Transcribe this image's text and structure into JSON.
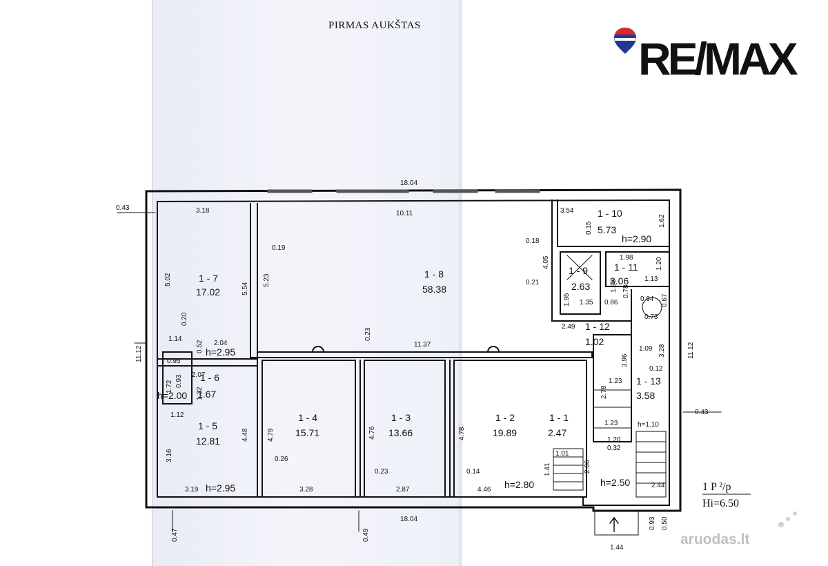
{
  "title": "PIRMAS AUKŠTAS",
  "brand": {
    "logo": "RE/MAX"
  },
  "watermark": "aruodas.lt",
  "legend": {
    "line1": "1 P ²/p",
    "line2": "Hi=6.50"
  },
  "rooms": [
    {
      "id": "1 - 1",
      "area": "2.47"
    },
    {
      "id": "1 - 2",
      "area": "19.89"
    },
    {
      "id": "1 - 3",
      "area": "13.66"
    },
    {
      "id": "1 - 4",
      "area": "15.71"
    },
    {
      "id": "1 - 5",
      "area": "12.81"
    },
    {
      "id": "1 - 6",
      "area": "1.67"
    },
    {
      "id": "1 - 7",
      "area": "17.02"
    },
    {
      "id": "1 - 8",
      "area": "58.38"
    },
    {
      "id": "1 - 9",
      "area": "2.63"
    },
    {
      "id": "1 - 10",
      "area": "5.73"
    },
    {
      "id": "1 - 11",
      "area": "3.06"
    },
    {
      "id": "1 - 12",
      "area": "1.02"
    },
    {
      "id": "1 - 13",
      "area": "3.58"
    }
  ],
  "heights": [
    "h=2.95",
    "h=2.95",
    "h=2.00",
    "h=2.80",
    "h=2.50",
    "h=1.10",
    "h=2.90"
  ],
  "dimensions": [
    "18.04",
    "18.04",
    "10.11",
    "11.37",
    "11.12",
    "11.12",
    "0.43",
    "0.43",
    "3.18",
    "5.02",
    "5.54",
    "5.23",
    "0.19",
    "0.20",
    "1.14",
    "0.52",
    "2.04",
    "0.95",
    "1.72",
    "0.93",
    "2.07",
    "1.32",
    "1.12",
    "3.16",
    "4.48",
    "3.19",
    "0.47",
    "0.49",
    "4.79",
    "0.26",
    "3.28",
    "4.76",
    "0.23",
    "0.23",
    "2.87",
    "4.78",
    "0.14",
    "4.46",
    "3.54",
    "0.15",
    "1.62",
    "0.18",
    "4.05",
    "0.21",
    "1.95",
    "1.35",
    "1.98",
    "0.86",
    "0.78",
    "1.20",
    "1.13",
    "0.94",
    "0.67",
    "0.73",
    "2.49",
    "1.09",
    "3.28",
    "0.12",
    "3.96",
    "1.23",
    "2.78",
    "1.23",
    "1.01",
    "1.41",
    "2.06",
    "1.20",
    "0.32",
    "2.44",
    "0.93",
    "0.50",
    "1.44",
    "1.98"
  ]
}
